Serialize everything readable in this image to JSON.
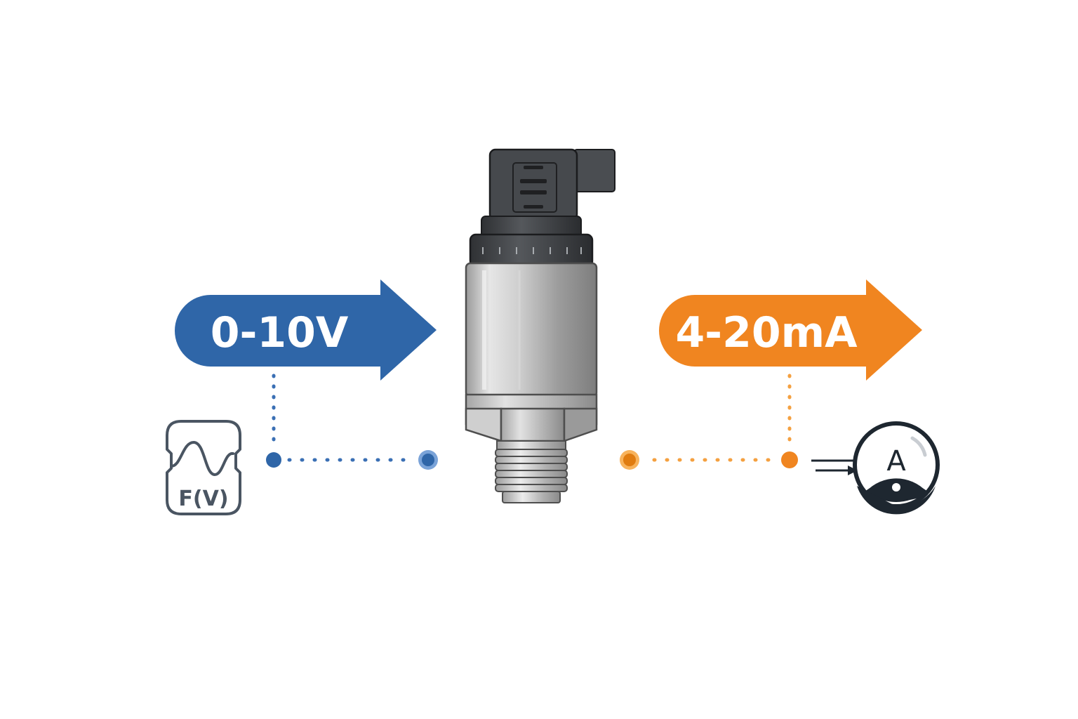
{
  "input_arrow": {
    "label": "0-10V",
    "color": "#2f66a8"
  },
  "output_arrow": {
    "label": "4-20mA",
    "color": "#f08520"
  },
  "function_icon": {
    "label": "F(V)",
    "icon": "voltage-function-icon",
    "color": "#4a5562"
  },
  "ammeter_icon": {
    "letter": "A",
    "icon": "ammeter-icon",
    "color": "#1e2730"
  },
  "transmitter": {
    "icon": "pressure-transmitter-icon",
    "connector_color": "#3f4246",
    "body_color": "#b8b8b8"
  }
}
